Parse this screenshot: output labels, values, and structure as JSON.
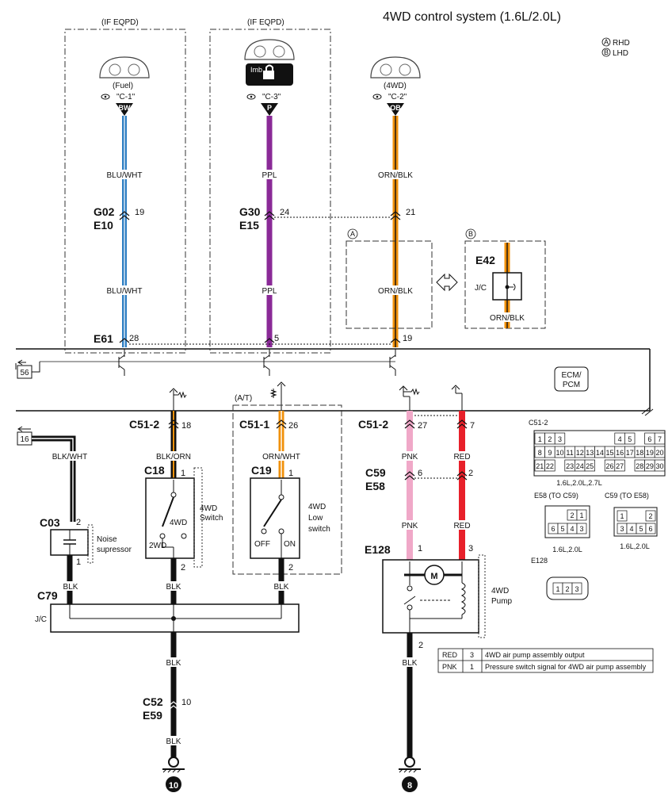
{
  "title": "4WD control system (1.6L/2.0L)",
  "legend": {
    "a": "RHD",
    "b": "LHD",
    "a_mark": "A",
    "b_mark": "B"
  },
  "colors": {
    "blu_wht": "#2f7fc3",
    "ppl": "#8a2a97",
    "orn_blk": "#f0900a",
    "pnk": "#f0a8c8",
    "red": "#e8202a",
    "blk": "#111111"
  },
  "boxes": {
    "eqpd_left": "(IF EQPD)",
    "eqpd_mid": "(IF EQPD)",
    "at": "(A/T)",
    "rhd_mark": "A",
    "lhd_mark": "B"
  },
  "cluster": {
    "fuel_label": "(Fuel)",
    "fuel_ref": "\"C-1\"",
    "fuel_code": "BW",
    "imb_label": "Imb",
    "imb_ref": "\"C-3\"",
    "imb_code": "P",
    "wd_label": "(4WD)",
    "wd_ref": "\"C-2\"",
    "wd_code": "OB"
  },
  "wires": {
    "blu_wht": "BLU/WHT",
    "ppl": "PPL",
    "orn_blk": "ORN/BLK",
    "blk_wht": "BLK/WHT",
    "blk_orn": "BLK/ORN",
    "orn_wht": "ORN/WHT",
    "pnk": "PNK",
    "red": "RED",
    "blk": "BLK"
  },
  "connectors": {
    "g02": "G02",
    "e10": "E10",
    "g02_pin": "19",
    "g30": "G30",
    "e15": "E15",
    "g30_pin": "24",
    "pin21": "21",
    "e42": "E42",
    "jc": "J/C",
    "e61": "E61",
    "e61_pin28": "28",
    "e61_pin5": "5",
    "e61_pin19": "19",
    "box56": "56",
    "ecm_line1": "ECM/",
    "ecm_line2": "PCM",
    "c51_2a": "C51-2",
    "c51_2a_pin": "18",
    "c51_1": "C51-1",
    "c51_1_pin": "26",
    "c51_2b": "C51-2",
    "c51_2b_pin27": "27",
    "c51_2b_pin7": "7",
    "box16": "16",
    "c18": "C18",
    "c18_pin1": "1",
    "c18_pin2": "2",
    "c19": "C19",
    "c19_pin1": "1",
    "c19_pin2": "2",
    "c59": "C59",
    "e58": "E58",
    "c59_pin6": "6",
    "c59_pin2": "2",
    "c03": "C03",
    "c03_pin2": "2",
    "c03_pin1": "1",
    "e128": "E128",
    "e128_pin1": "1",
    "e128_pin3": "3",
    "e128_pin2": "2",
    "c79": "C79",
    "c79_jc": "J/C",
    "c52": "C52",
    "e59": "E59",
    "c52_pin": "10",
    "ground10": "10",
    "ground8": "8"
  },
  "components": {
    "switch4wd_line1": "4WD",
    "switch4wd_line2": "Switch",
    "sw_4wd": "4WD",
    "sw_2wd": "2WD",
    "lowsw_line1": "4WD",
    "lowsw_line2": "Low",
    "lowsw_line3": "switch",
    "sw_off": "OFF",
    "sw_on": "ON",
    "noise_line1": "Noise",
    "noise_line2": "supressor",
    "pump_line1": "4WD",
    "pump_line2": "Pump",
    "motor": "M"
  },
  "connector_views": {
    "c51_2_title": "C51-2",
    "c51_2_row1": [
      "1",
      "2",
      "3",
      "",
      "",
      "",
      "",
      "",
      "",
      "",
      "",
      "",
      "4",
      "5",
      "",
      "6",
      "7"
    ],
    "c51_2_row2": [
      "8",
      "9",
      "10",
      "11",
      "12",
      "13",
      "14",
      "15",
      "16",
      "17",
      "18",
      "19",
      "20"
    ],
    "c51_2_row3": [
      "21",
      "22",
      "",
      "23",
      "24",
      "25",
      "",
      "26",
      "27",
      "",
      "28",
      "29",
      "30"
    ],
    "c51_2_caption": "1.6L,2.0L,2.7L",
    "e58_title": "E58 (TO C59)",
    "c59_title": "C59 (TO E58)",
    "e58_top": [
      "2",
      "1"
    ],
    "e58_bottom": [
      "6",
      "5",
      "4",
      "3"
    ],
    "c59_top": [
      "1",
      "2"
    ],
    "c59_bottom": [
      "3",
      "4",
      "5",
      "6"
    ],
    "e58_caption": "1.6L,2.0L",
    "c59_caption": "1.6L,2.0L",
    "e128_title": "E128",
    "e128_pins": [
      "1",
      "2",
      "3"
    ]
  },
  "pin_table": [
    {
      "color": "RED",
      "pin": "3",
      "desc": "4WD air pump assembly output"
    },
    {
      "color": "PNK",
      "pin": "1",
      "desc": "Pressure switch signal for 4WD air pump assembly"
    }
  ]
}
